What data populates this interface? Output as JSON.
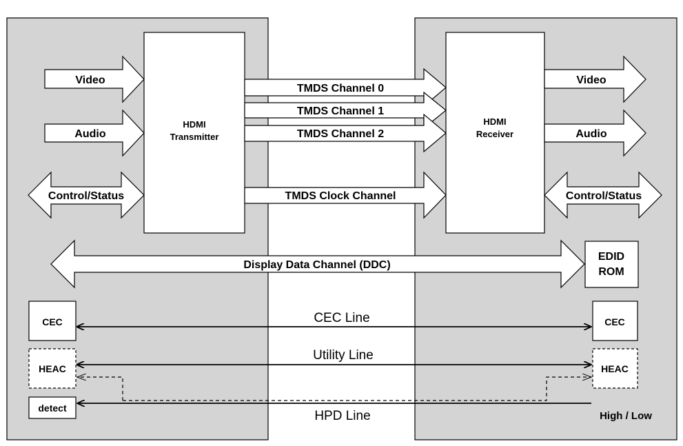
{
  "transmitter": {
    "title_line1": "HDMI",
    "title_line2": "Transmitter",
    "inputs": {
      "video": "Video",
      "audio": "Audio",
      "control": "Control/Status"
    }
  },
  "receiver": {
    "title_line1": "HDMI",
    "title_line2": "Receiver",
    "outputs": {
      "video": "Video",
      "audio": "Audio",
      "control": "Control/Status"
    },
    "edid_line1": "EDID",
    "edid_line2": "ROM"
  },
  "channels": {
    "tmds0": "TMDS Channel 0",
    "tmds1": "TMDS Channel 1",
    "tmds2": "TMDS Channel 2",
    "tmds_clock": "TMDS Clock Channel",
    "ddc": "Display Data Channel (DDC)"
  },
  "lines": {
    "cec": "CEC Line",
    "utility": "Utility Line",
    "hpd": "HPD Line"
  },
  "source_blocks": {
    "cec": "CEC",
    "heac": "HEAC",
    "detect": "detect"
  },
  "sink_blocks": {
    "cec": "CEC",
    "heac": "HEAC",
    "hpd_state": "High / Low"
  },
  "colors": {
    "panel": "#d4d4d4",
    "box": "#ffffff",
    "stroke": "#000000"
  }
}
